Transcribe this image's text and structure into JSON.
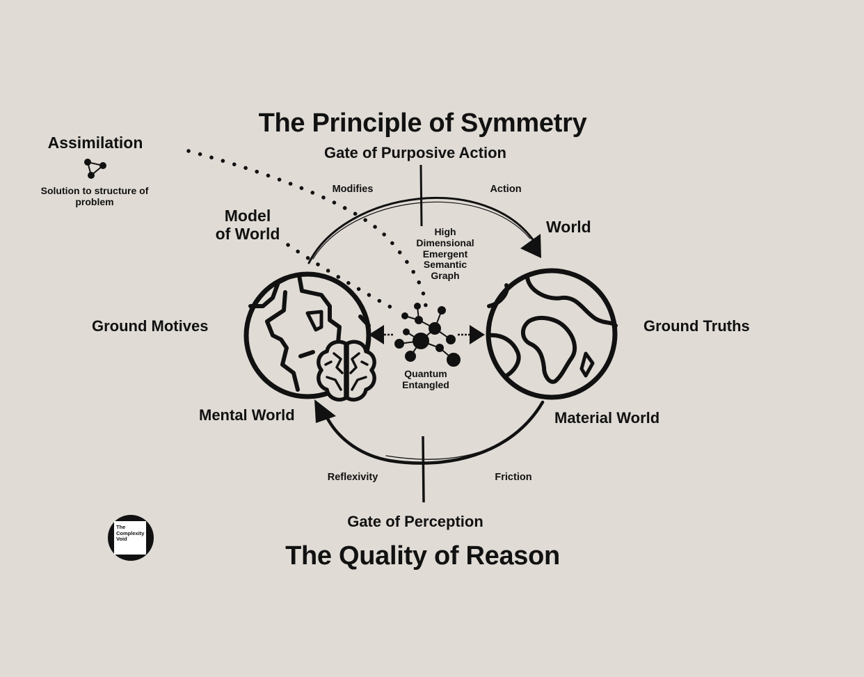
{
  "title_top": "The Principle of Symmetry",
  "title_bottom": "The Quality of Reason",
  "gate_top": "Gate of Purposive Action",
  "gate_bottom": "Gate of Perception",
  "assimilation": {
    "heading": "Assimilation",
    "caption_line1": "Solution to structure of",
    "caption_line2": "problem"
  },
  "labels": {
    "modifies": "Modifies",
    "action": "Action",
    "model_line1": "Model",
    "model_line2": "of World",
    "world": "World",
    "graph_lines": [
      "High",
      "Dimensional",
      "Emergent",
      "Semantic",
      "Graph"
    ],
    "ground_motives": "Ground Motives",
    "ground_truths": "Ground Truths",
    "quantum_line1": "Quantum",
    "quantum_line2": "Entangled",
    "mental_world": "Mental World",
    "material_world": "Material World",
    "reflexivity": "Reflexivity",
    "friction": "Friction"
  },
  "logo": {
    "text": "The\nComplexity\nVoid"
  },
  "icons": [
    "triangle-graph-icon",
    "globe-brain-icon",
    "globe-africa-icon",
    "network-graph-icon",
    "logo-icon"
  ]
}
